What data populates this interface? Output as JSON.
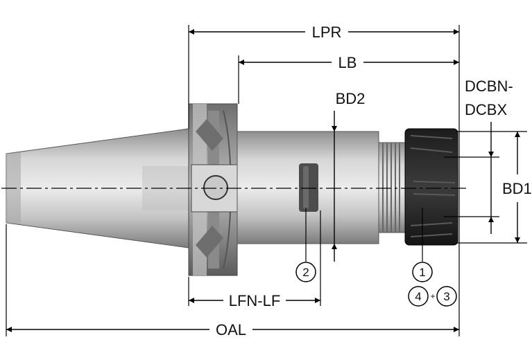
{
  "dimensions": {
    "lpr": "LPR",
    "lb": "LB",
    "bd2": "BD2",
    "dcbn_dcbx_line1": "DCBN-",
    "dcbn_dcbx_line2": "DCBX",
    "bd1": "BD1",
    "lfn_lf": "LFN-LF",
    "oal": "OAL"
  },
  "callouts": {
    "c1": "1",
    "c2": "2",
    "c3": "3",
    "c4": "4",
    "plus": "+"
  }
}
